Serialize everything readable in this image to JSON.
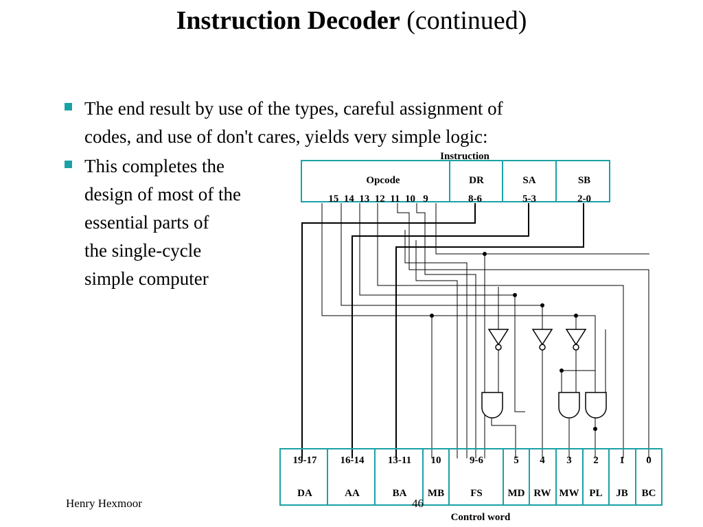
{
  "title": {
    "main": "Instruction Decoder",
    "sub": "(continued)"
  },
  "bullets": [
    "The end result by use of the types, careful assignment of codes, and use of don't cares, yields very simple logic:",
    "This completes the design of most of the essential parts of the single-cycle simple computer"
  ],
  "bullet_lines": [
    [
      "The end result by use of the types, careful assignment of",
      "codes, and use of don't cares, yields very simple logic:"
    ],
    [
      "This completes the",
      "design of most of the",
      "essential parts of",
      "the single-cycle",
      "simple computer"
    ]
  ],
  "diagram": {
    "instruction_label": "Instruction",
    "instruction_fields": [
      {
        "name": "Opcode",
        "bits": "15  14  13  12  11  10   9"
      },
      {
        "name": "DR",
        "bits": "8-6"
      },
      {
        "name": "SA",
        "bits": "5-3"
      },
      {
        "name": "SB",
        "bits": "2-0"
      }
    ],
    "control_label": "Control word",
    "control_fields": [
      {
        "bits": "19-17",
        "name": "DA"
      },
      {
        "bits": "16-14",
        "name": "AA"
      },
      {
        "bits": "13-11",
        "name": "BA"
      },
      {
        "bits": "10",
        "name": "MB"
      },
      {
        "bits": "9-6",
        "name": "FS"
      },
      {
        "bits": "5",
        "name": "MD"
      },
      {
        "bits": "4",
        "name": "RW"
      },
      {
        "bits": "3",
        "name": "MW"
      },
      {
        "bits": "2",
        "name": "PL"
      },
      {
        "bits": "1",
        "name": "JB"
      },
      {
        "bits": "0",
        "name": "BC"
      }
    ]
  },
  "footer": {
    "author": "Henry Hexmoor",
    "page": "46"
  },
  "colors": {
    "box_border": "#1aa1a6",
    "bullet": "#1aa1a6",
    "wire": "#000000",
    "bit_wire": "#808080"
  }
}
